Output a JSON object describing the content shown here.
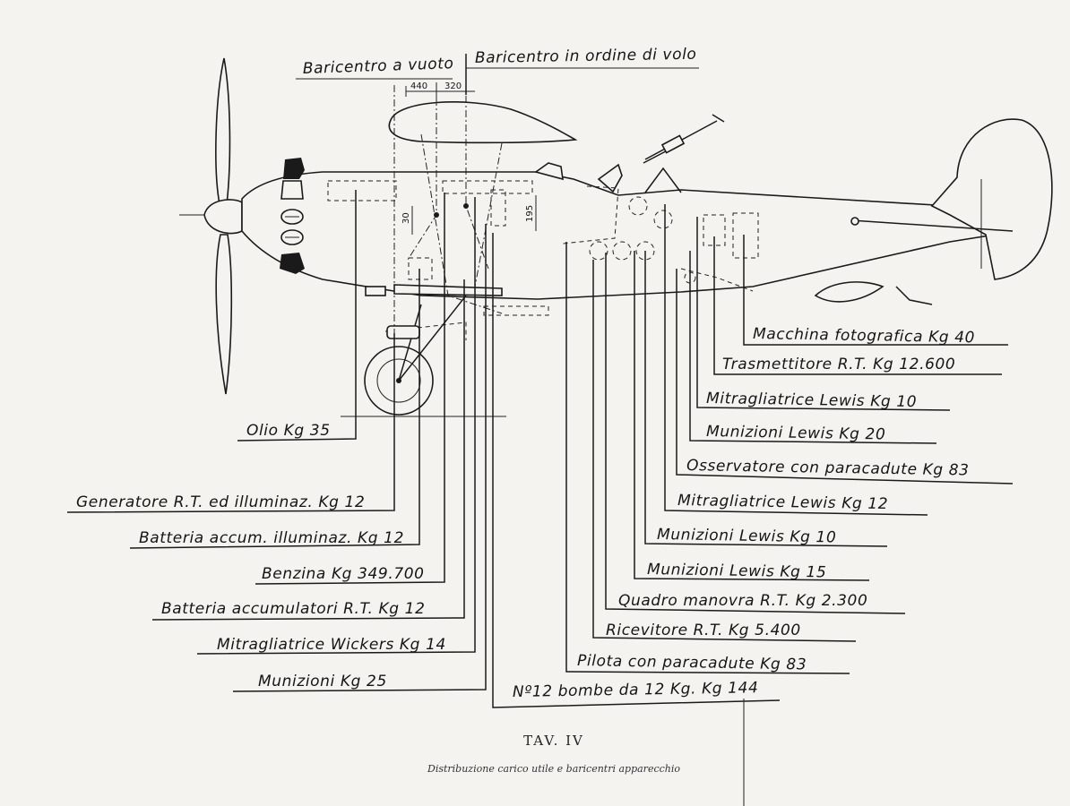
{
  "header": {
    "cg_empty": "Baricentro a vuoto",
    "cg_flight": "Baricentro in ordine di volo",
    "dim_a": "440",
    "dim_b": "320",
    "dim_c": "30",
    "dim_d": "195"
  },
  "labels_left": [
    "Olio Kg 35",
    "Generatore R.T. ed illuminaz. Kg 12",
    "Batteria accum. illuminaz. Kg 12",
    "Benzina Kg 349.700",
    "Batteria accumulatori R.T. Kg 12",
    "Mitragliatrice Wickers Kg 14",
    "Munizioni Kg 25"
  ],
  "labels_right": [
    "Macchina fotografica Kg 40",
    "Trasmettitore R.T. Kg 12.600",
    "Mitragliatrice Lewis Kg 10",
    "Munizioni Lewis Kg 20",
    "Osservatore con paracadute Kg 83",
    "Mitragliatrice Lewis Kg 12",
    "Munizioni Lewis Kg 10",
    "Munizioni Lewis Kg 15",
    "Quadro manovra R.T. Kg 2.300",
    "Ricevitore R.T. Kg 5.400",
    "Pilota con paracadute Kg 83",
    "Nº12 bombe da 12 Kg. Kg 144"
  ],
  "caption": {
    "title": "TAV. IV",
    "subtitle": "Distribuzione carico utile e baricentri apparecchio"
  }
}
